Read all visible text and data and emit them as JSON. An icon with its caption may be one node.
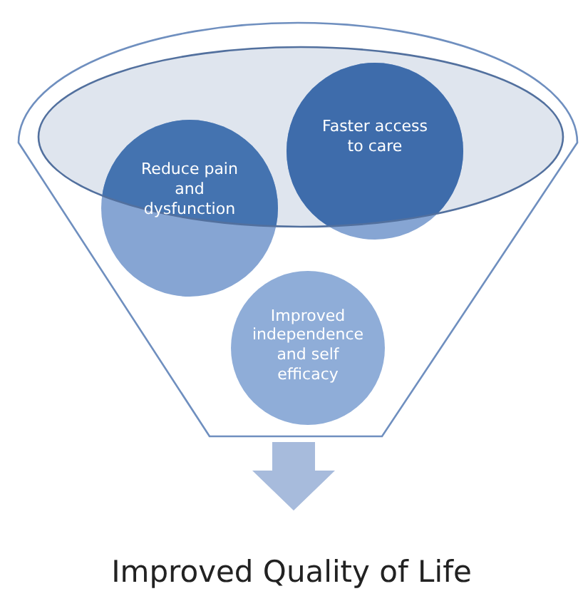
{
  "diagram": {
    "nodes": [
      {
        "text": [],
        "shape": "funnel"
      },
      {
        "text": [
          "Reduce pain and dysfunction"
        ],
        "in": 0
      },
      {
        "text": [
          "Faster access to care"
        ],
        "in": 0
      },
      {
        "text": [
          "Improved independence and self efficacy"
        ],
        "in": 0
      },
      {
        "text": [
          "Improved Quality of Life"
        ]
      }
    ],
    "edges": [
      {
        "from": 0,
        "to": 4,
        "arrow": "to",
        "style": "thick"
      }
    ]
  }
}
